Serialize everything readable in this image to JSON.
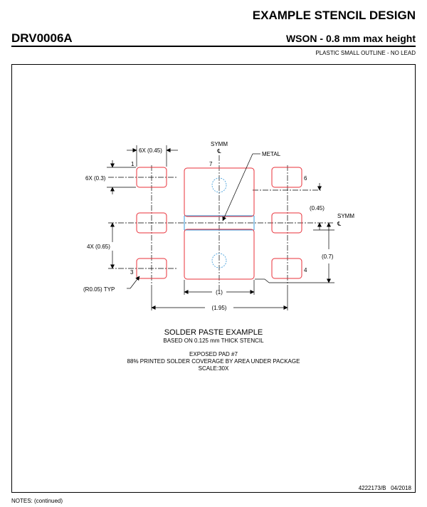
{
  "header": {
    "title": "EXAMPLE STENCIL DESIGN",
    "part_number": "DRV0006A",
    "package_name": "WSON - 0.8 mm max height",
    "package_desc": "PLASTIC SMALL OUTLINE - NO LEAD"
  },
  "drawing": {
    "dims": {
      "pad_width": "6X (0.45)",
      "pad_height": "6X (0.3)",
      "pitch": "4X (0.65)",
      "corner_radius": "(R0.05) TYP",
      "pad_span": "(1.95)",
      "ep_width": "(1)",
      "ep_offset": "(0.45)",
      "ep_half": "(0.7)"
    },
    "pins": [
      "1",
      "3",
      "4",
      "6",
      "7"
    ],
    "labels": {
      "symm": "SYMM",
      "centerline": "℄",
      "metal": "METAL"
    }
  },
  "caption": {
    "title": "SOLDER PASTE EXAMPLE",
    "subtitle": "BASED ON 0.125 mm THICK STENCIL",
    "pad": "EXPOSED PAD #7",
    "coverage": "88% PRINTED SOLDER COVERAGE BY AREA UNDER PACKAGE",
    "scale": "SCALE:30X"
  },
  "footer": {
    "doc_number": "4222173/B   04/2018",
    "notes": "NOTES: (continued)"
  },
  "colors": {
    "paste_outline": "#e8303a",
    "stencil_blue": "#3a9ad9",
    "line": "#000000"
  }
}
